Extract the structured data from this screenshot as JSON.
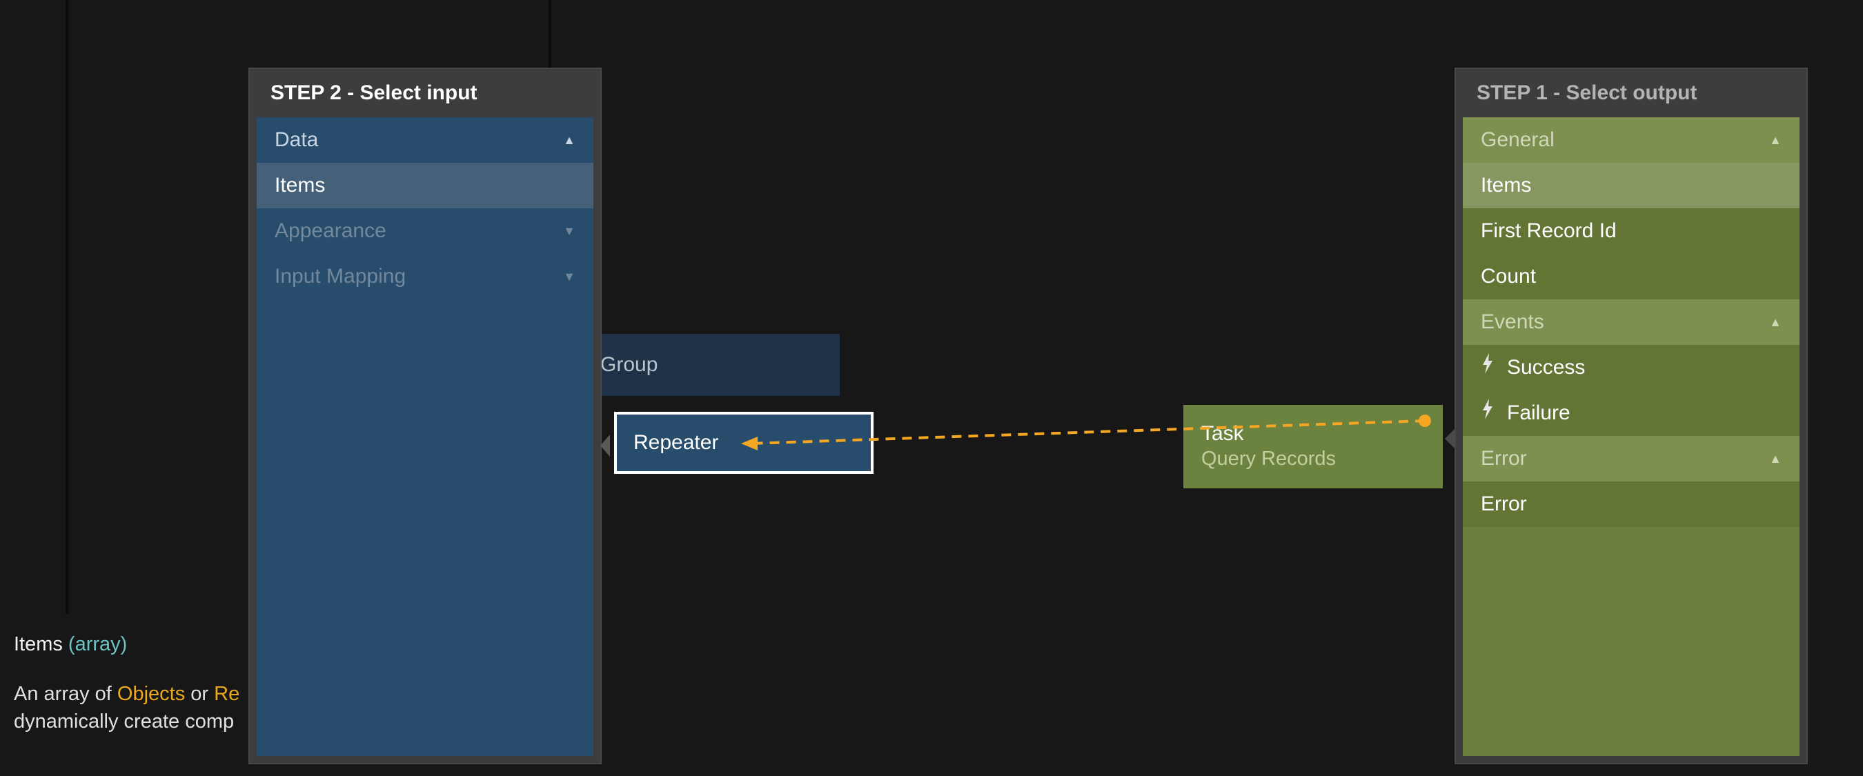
{
  "tooltip": {
    "title": "Items",
    "type": "(array)",
    "line1_prefix": "An array of ",
    "line1_link1": "Objects",
    "line1_mid": " or ",
    "line1_link2": "Re",
    "line2": "dynamically create comp"
  },
  "input_panel": {
    "title": "STEP 2 - Select input",
    "sections": [
      {
        "label": "Data",
        "caret": "▲"
      },
      {
        "label": "Items"
      },
      {
        "label": "Appearance",
        "caret": "▼"
      },
      {
        "label": "Input Mapping",
        "caret": "▼"
      }
    ]
  },
  "output_panel": {
    "title": "STEP 1 - Select output",
    "general": {
      "label": "General",
      "caret": "▲"
    },
    "items": [
      "Items",
      "First Record Id",
      "Count"
    ],
    "events": {
      "label": "Events",
      "caret": "▲"
    },
    "event_items": [
      "Success",
      "Failure"
    ],
    "error": {
      "label": "Error",
      "caret": "▲"
    },
    "error_items": [
      "Error"
    ]
  },
  "nodes": {
    "group": "Group",
    "repeater": "Repeater",
    "task_title": "Task",
    "task_subtitle": "Query Records"
  },
  "colors": {
    "connection": "#f5a623",
    "input_panel": "#284c6c",
    "output_panel": "#6b7e3e"
  },
  "icons": {
    "event_icon": "lightning-bolt-icon",
    "expand_icon": "caret-up-icon",
    "collapse_icon": "caret-down-icon"
  }
}
